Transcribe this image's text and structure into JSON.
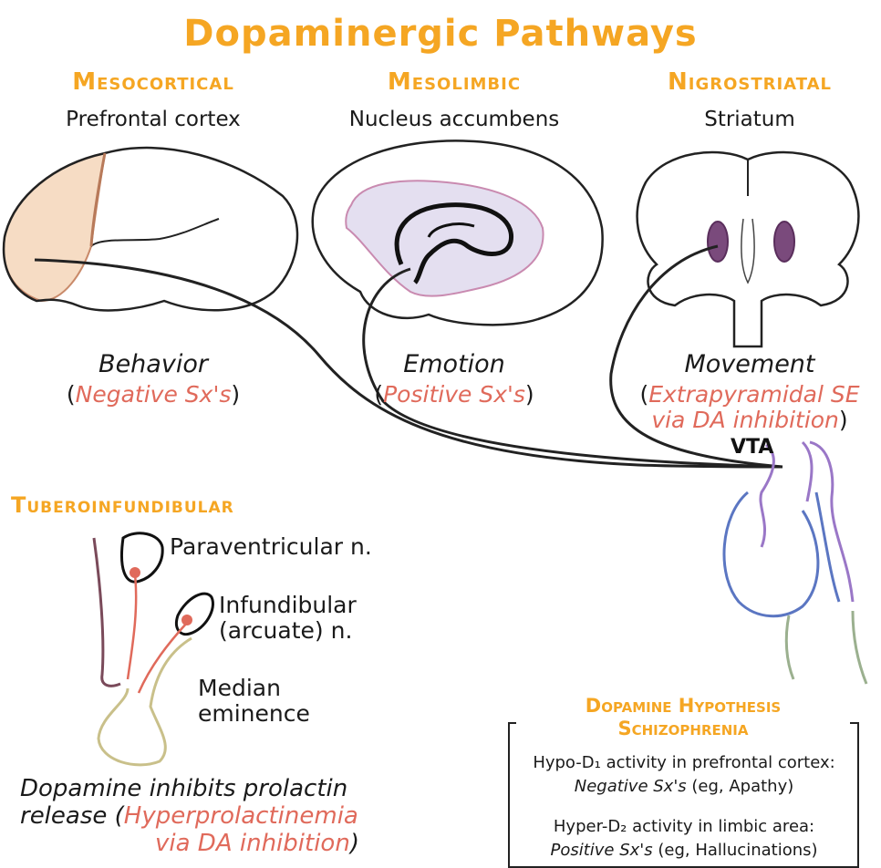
{
  "title": "Dopaminergic Pathways",
  "pathways": [
    {
      "name": "Mesocortical",
      "region": "Prefrontal cortex",
      "function": "Behavior",
      "symptom": "Negative Sx's"
    },
    {
      "name": "Mesolimbic",
      "region": "Nucleus accumbens",
      "function": "Emotion",
      "symptom": "Positive Sx's"
    },
    {
      "name": "Nigrostriatal",
      "region": "Striatum",
      "function": "Movement",
      "symptom_line1": "Extrapyramidal SE",
      "symptom_line2": "via DA inhibition"
    }
  ],
  "vta": "VTA",
  "tubero": {
    "name": "Tuberoinfundibular",
    "paraventricular": "Paraventricular n.",
    "infundibular_1": "Infundibular",
    "infundibular_2": "(arcuate) n.",
    "median_1": "Median",
    "median_2": "eminence",
    "note_1": "Dopamine inhibits prolactin",
    "note_2_prefix": "release (",
    "note_2_red": "Hyperprolactinemia",
    "note_3_red": "via DA inhibition",
    "note_3_suffix": ")"
  },
  "hypothesis": {
    "title_1": "Dopamine Hypothesis",
    "title_2": "Schizophrenia",
    "line1": "Hypo-D₁ activity in prefrontal cortex:",
    "line2_italic": "Negative Sx's",
    "line2_rest": " (eg, Apathy)",
    "line3": "Hyper-D₂ activity in limbic area:",
    "line4_italic": "Positive Sx's",
    "line4_rest": " (eg, Hallucinations)"
  },
  "colors": {
    "accent": "#f5a623",
    "symptom": "#e06a5b",
    "cortex_fill": "#f6dcc4",
    "limbic_fill": "#e4dff0",
    "striatum_fill": "#7a4a7c",
    "brainstem_purple": "#9a77c7",
    "brainstem_blue": "#5b76c2",
    "brainstem_green": "#9bb08f",
    "pituitary": "#c9c08a"
  }
}
